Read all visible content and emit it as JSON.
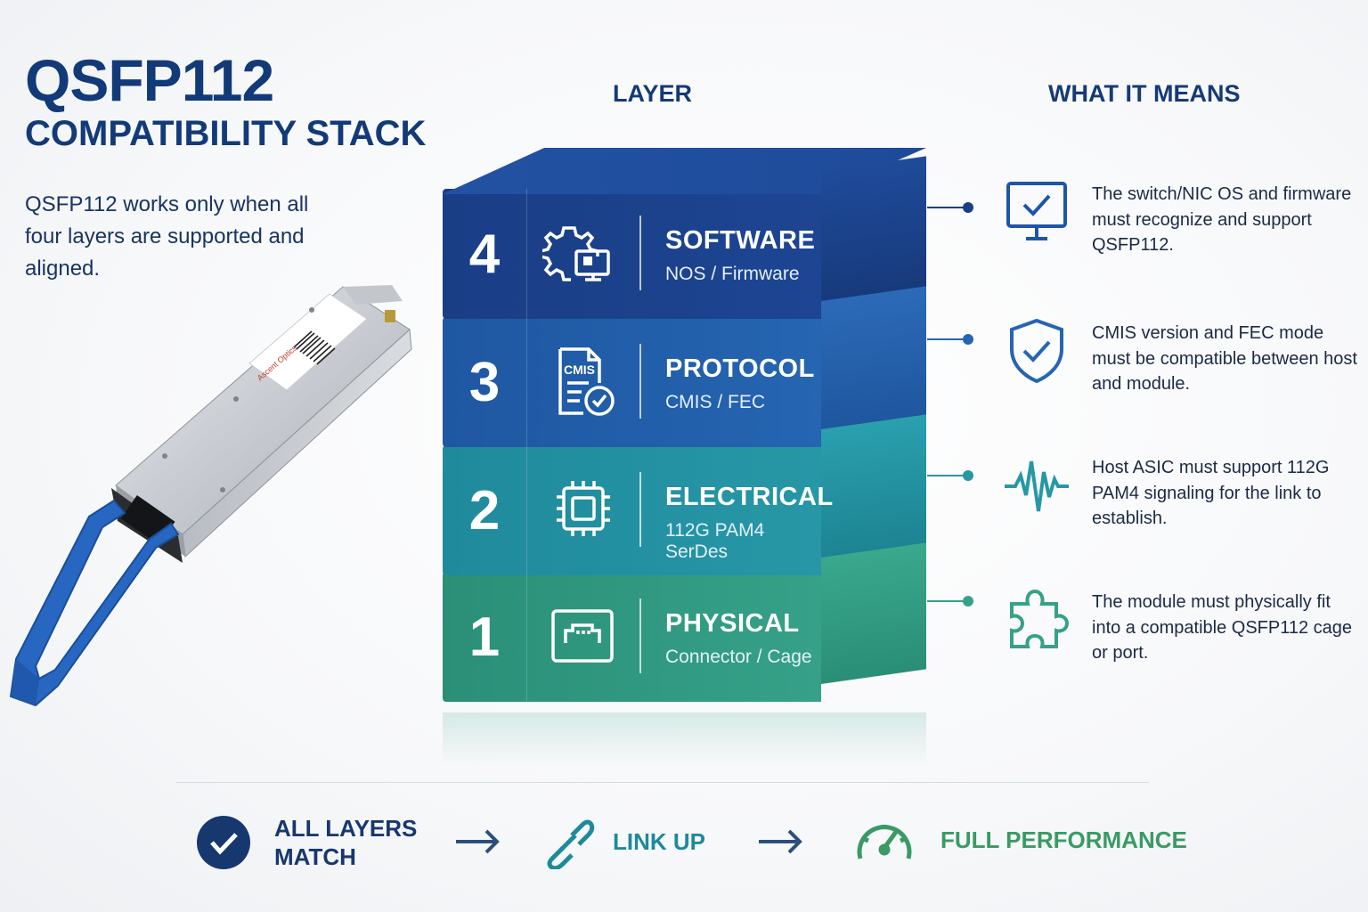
{
  "header": {
    "title": "QSFP112",
    "subtitle": "COMPATIBILITY STACK",
    "intro": "QSFP112 works only when all four layers are supported and aligned."
  },
  "columns": {
    "layer": "LAYER",
    "meaning": "WHAT IT MEANS"
  },
  "layers": [
    {
      "number": "4",
      "name": "SOFTWARE",
      "detail": "NOS / Firmware",
      "icon": "gear-monitor-icon",
      "color": "#1a3e86",
      "meaning": "The switch/NIC OS and firmware must recognize and support QSFP112.",
      "meaning_icon": "monitor-check-icon"
    },
    {
      "number": "3",
      "name": "PROTOCOL",
      "detail": "CMIS / FEC",
      "icon": "cmis-document-icon",
      "icon_text": "CMIS",
      "color": "#2565b1",
      "meaning": "CMIS version and FEC mode must be compatible between host and module.",
      "meaning_icon": "shield-check-icon"
    },
    {
      "number": "2",
      "name": "ELECTRICAL",
      "detail": "112G PAM4 SerDes",
      "icon": "chip-icon",
      "color": "#2797a6",
      "meaning": "Host ASIC must support 112G PAM4 signaling for the link to establish.",
      "meaning_icon": "waveform-icon"
    },
    {
      "number": "1",
      "name": "PHYSICAL",
      "detail": "Connector / Cage",
      "icon": "connector-port-icon",
      "color": "#36a188",
      "meaning": "The module must physically fit into a compatible QSFP112 cage or port.",
      "meaning_icon": "puzzle-icon"
    }
  ],
  "outcome": {
    "step1": "ALL LAYERS MATCH",
    "step2": "LINK UP",
    "step3": "FULL PERFORMANCE",
    "colors": {
      "step1": "#17376f",
      "step2": "#1e8a9b",
      "step3": "#3a9a64"
    }
  },
  "module_label": {
    "brand": "Ascent Optics"
  }
}
